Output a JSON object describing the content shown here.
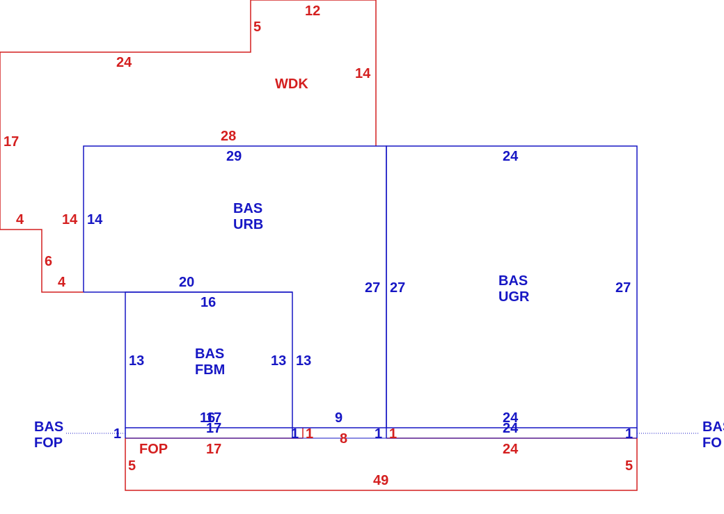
{
  "colors": {
    "wdk": "#d41f1f",
    "bas": "#1616c4",
    "fop": "#d41f1f",
    "background": "#ffffff"
  },
  "areas": {
    "wdk": {
      "l1": "WDK"
    },
    "urb": {
      "l1": "BAS",
      "l2": "URB"
    },
    "ugr": {
      "l1": "BAS",
      "l2": "UGR"
    },
    "fbm": {
      "l1": "BAS",
      "l2": "FBM"
    },
    "fop": {
      "l1": "FOP"
    },
    "fop_left": {
      "l1": "BAS",
      "l2": "FOP"
    },
    "fop_right": {
      "l1": "BAS",
      "l2": "FO"
    }
  },
  "dimensions": {
    "wdk": {
      "top": "12",
      "notch": "5",
      "upper_left": "24",
      "right": "14",
      "bottom": "28",
      "left": "17",
      "step_top": "4",
      "step_inner": "14",
      "step_vertical": "6",
      "step_bottom": "4"
    },
    "urb": {
      "top": "29",
      "left": "14",
      "bottom": "20",
      "right": "27",
      "fbm_gap": "9",
      "gap_bottom": "8"
    },
    "ugr": {
      "top": "24",
      "left": "27",
      "right": "27",
      "bottom_upper": "24",
      "bottom": "24"
    },
    "fbm": {
      "top": "16",
      "left": "13",
      "right_inner": "13",
      "right_outer": "13",
      "bottom_a": "16",
      "bottom_b": "17",
      "bottom_c": "17"
    },
    "fop": {
      "left_end": "1",
      "mid_end": "1",
      "mid_end_red": "1",
      "ugr_end": "1",
      "ugr_end_red": "1",
      "right_end": "1",
      "ugr_top": "24",
      "fop_top": "17",
      "left": "5",
      "right": "5",
      "bottom": "49",
      "ugr_bottom": "24"
    }
  }
}
